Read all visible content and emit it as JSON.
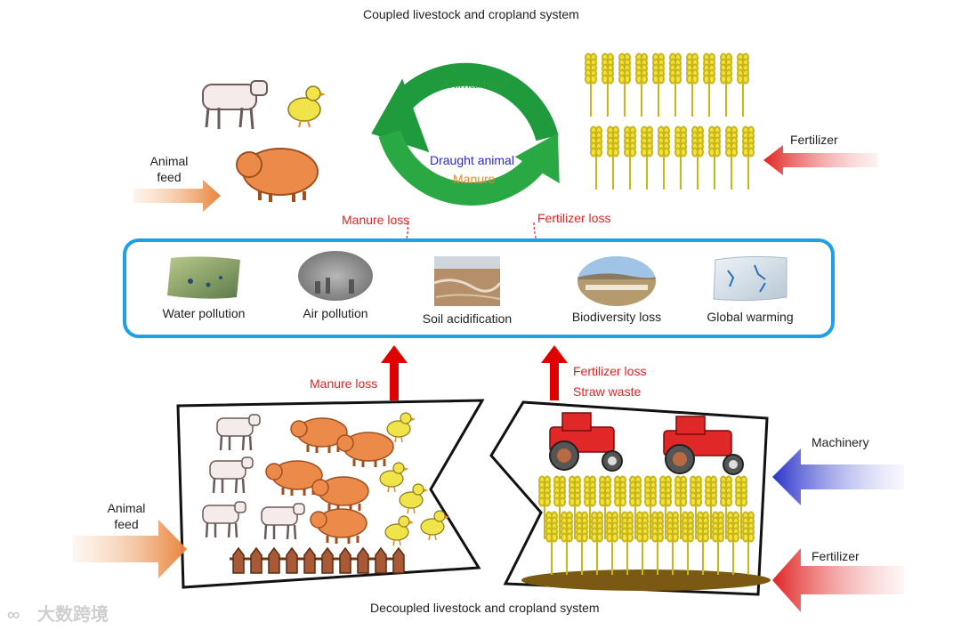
{
  "top_title": "Coupled livestock and cropland system",
  "bottom_title": "Decoupled livestock and cropland system",
  "coupled": {
    "cycle_top_label": "Animal feed",
    "cycle_mid_label_1": "Draught animal",
    "cycle_mid_label_2": "Manure",
    "left_input_label": "Animal\nfeed",
    "right_input_label": "Fertilizer",
    "manure_loss": "Manure loss",
    "fertilizer_loss": "Fertilizer loss"
  },
  "impacts": [
    {
      "label": "Water pollution",
      "icon": "water-pollution-photo"
    },
    {
      "label": "Air pollution",
      "icon": "air-pollution-photo"
    },
    {
      "label": "Soil acidification",
      "icon": "soil-acidification-photo"
    },
    {
      "label": "Biodiversity loss",
      "icon": "biodiversity-loss-photo"
    },
    {
      "label": "Global warming",
      "icon": "global-warming-photo"
    }
  ],
  "decoupled": {
    "manure_loss": "Manure loss",
    "fertilizer_loss": "Fertilizer loss",
    "straw_waste": "Straw waste",
    "left_input_label": "Animal\nfeed",
    "machinery_label": "Machinery",
    "fertilizer_label": "Fertilizer"
  },
  "watermark": "大数跨境",
  "colors": {
    "cycle_green": "#1f9a3d",
    "impact_border": "#1ea0e6",
    "loss_red": "#e02424",
    "feed_orange": "#e8823a",
    "machinery_blue": "#2a32c8",
    "wheat_yellow": "#f2e23a"
  }
}
